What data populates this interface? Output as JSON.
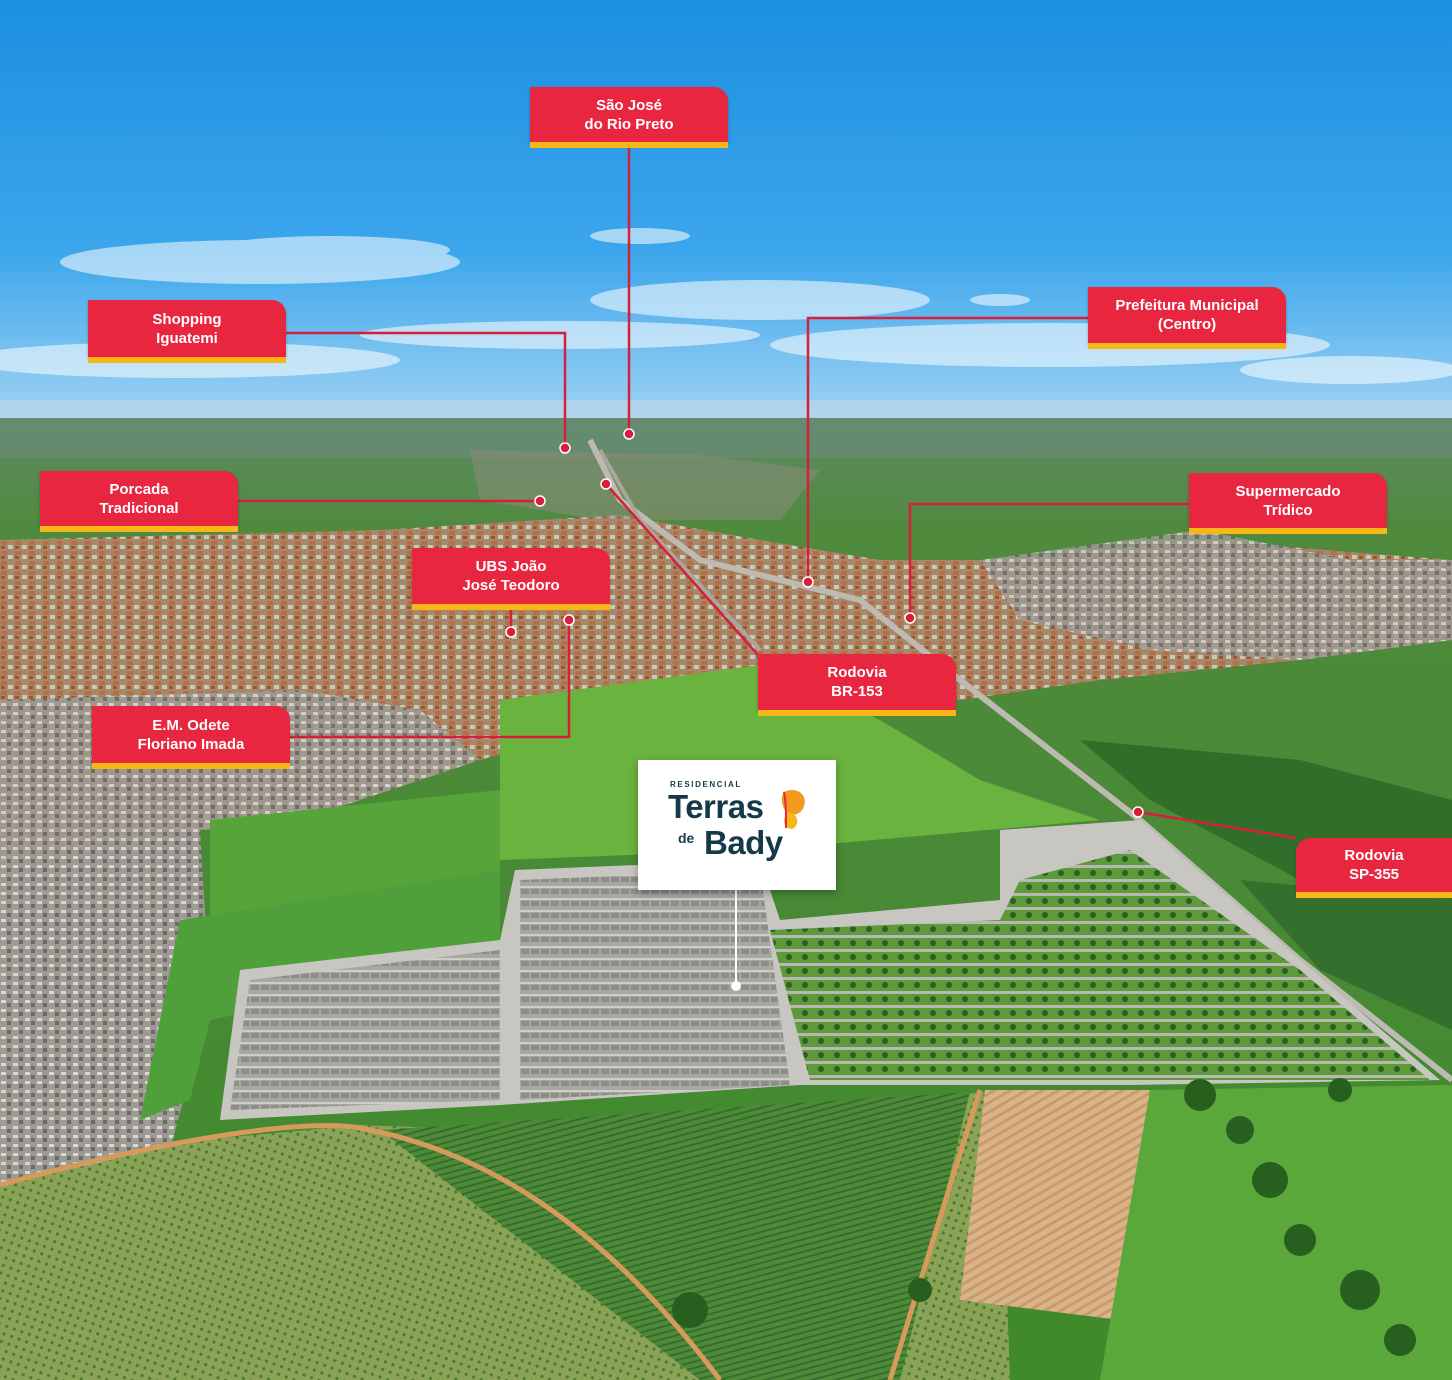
{
  "colors": {
    "label_red": "#e8263f",
    "label_accent": "#f7b719",
    "leader_line": "#d6203a",
    "logo_navy": "#16394a",
    "logo_orange": "#f39a1e"
  },
  "labels": {
    "sao_jose": [
      "São José",
      "do Rio Preto"
    ],
    "shopping": [
      "Shopping",
      "Iguatemi"
    ],
    "prefeitura": [
      "Prefeitura Municipal",
      "(Centro)"
    ],
    "porcada": [
      "Porcada",
      "Tradicional"
    ],
    "supermercado": [
      "Supermercado",
      "Trídico"
    ],
    "ubs": [
      "UBS João",
      "José Teodoro"
    ],
    "br153": [
      "Rodovia",
      "BR-153"
    ],
    "em_odete": [
      "E.M. Odete",
      "Floriano Imada"
    ],
    "sp355": [
      "Rodovia",
      "SP-355"
    ]
  },
  "logo": {
    "tagline": "RESIDENCIAL",
    "line1": "Terras",
    "line2": "de",
    "line3": "Bady",
    "icon": "butterfly-icon"
  }
}
